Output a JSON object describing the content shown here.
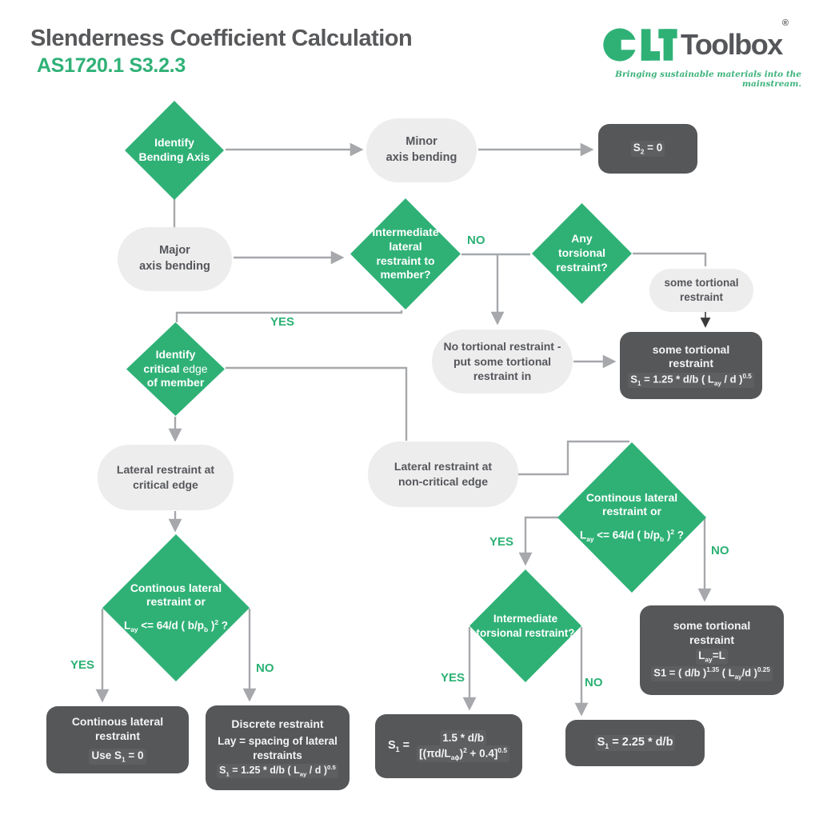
{
  "header": {
    "title": "Slenderness Coefficient Calculation",
    "subtitle": "AS1720.1 S3.2.3"
  },
  "logo": {
    "brand": "Toolbox",
    "registered": "®",
    "tagline": "Bringing sustainable materials into the mainstream."
  },
  "colors": {
    "green": "#2fb176",
    "dark_box": "#565759",
    "light_box": "#ededee",
    "connector": "#a6a8ab",
    "title_text": "#58595b"
  },
  "labels": {
    "no_intermediate": "NO",
    "yes_intermediate": "YES",
    "yes_noncritical": "YES",
    "no_noncritical": "NO",
    "yes_torsional": "YES",
    "no_torsional": "NO",
    "yes_critical": "YES",
    "no_critical": "NO"
  },
  "nodes": {
    "identify_bending_axis": {
      "lines": [
        "Identify",
        "Bending Axis"
      ]
    },
    "minor_axis_bending": {
      "lines": [
        "Minor",
        "axis bending"
      ]
    },
    "s2_result": {
      "formula": "S_{2} = 0"
    },
    "major_axis_bending": {
      "lines": [
        "Major",
        "axis bending"
      ]
    },
    "intermediate_lateral_restraint": {
      "lines": [
        "Intermediate",
        "lateral",
        "restraint to",
        "member?"
      ]
    },
    "any_torsional_restraint": {
      "lines": [
        "Any",
        "torsional",
        "restraint?"
      ]
    },
    "some_tortional_note": {
      "lines": [
        "some tortional",
        "restraint"
      ]
    },
    "no_tortional_restraint": {
      "lines": [
        "No tortional restraint -",
        "put some tortional",
        "restraint in"
      ]
    },
    "some_tortional_result": {
      "lines": [
        "some tortional",
        "restraint"
      ],
      "formula": "S_{1} = 1.25 * d/b ( L_{ay} / d )^{0.5}"
    },
    "identify_critical_edge": {
      "lines": [
        "Identify",
        "critical ~{edge}",
        "of member"
      ]
    },
    "lateral_restraint_critical": {
      "lines": [
        "Lateral restraint at",
        "critical edge"
      ]
    },
    "lateral_restraint_noncritical": {
      "lines": [
        "Lateral restraint at",
        "non-critical edge"
      ]
    },
    "continuous_lateral_left": {
      "lines": [
        "Continous lateral",
        "restraint or"
      ],
      "formula": "L_{ay} <= 64/d ( b/p_{b} )^{2} ?"
    },
    "continuous_lateral_right": {
      "lines": [
        "Continous lateral",
        "restraint or"
      ],
      "formula": "L_{ay} <= 64/d ( b/p_{b} )^{2} ?"
    },
    "intermediate_torsional": {
      "lines": [
        "Intermediate",
        "torsional restraint?"
      ]
    },
    "continuous_lateral_result": {
      "lines": [
        "Continous lateral",
        "restraint"
      ],
      "formula": "Use S_{1} = 0"
    },
    "discrete_restraint_result": {
      "title": "Discrete restraint",
      "lines": [
        "Lay = spacing of lateral",
        "restraints"
      ],
      "formula": "S_{1} = 1.25 * d/b ( L_{ay} / d )^{0.5}"
    },
    "s1_fraction_result": {
      "prefix": "S_{1} =",
      "numerator": "1.5 * d/b",
      "denominator": "[(πd/L_{aϕ})^{2} + 0.4]^{0.5}"
    },
    "s1_225_result": {
      "formula": "S_{1} = 2.25 * d/b"
    },
    "some_tortional_lay_result": {
      "lines": [
        "some tortional",
        "restraint"
      ],
      "formula1": "L_{ay}=L",
      "formula2": "S1 = ( d/b )^{1.35} ( L_{ay}/d )^{0.25}"
    }
  }
}
